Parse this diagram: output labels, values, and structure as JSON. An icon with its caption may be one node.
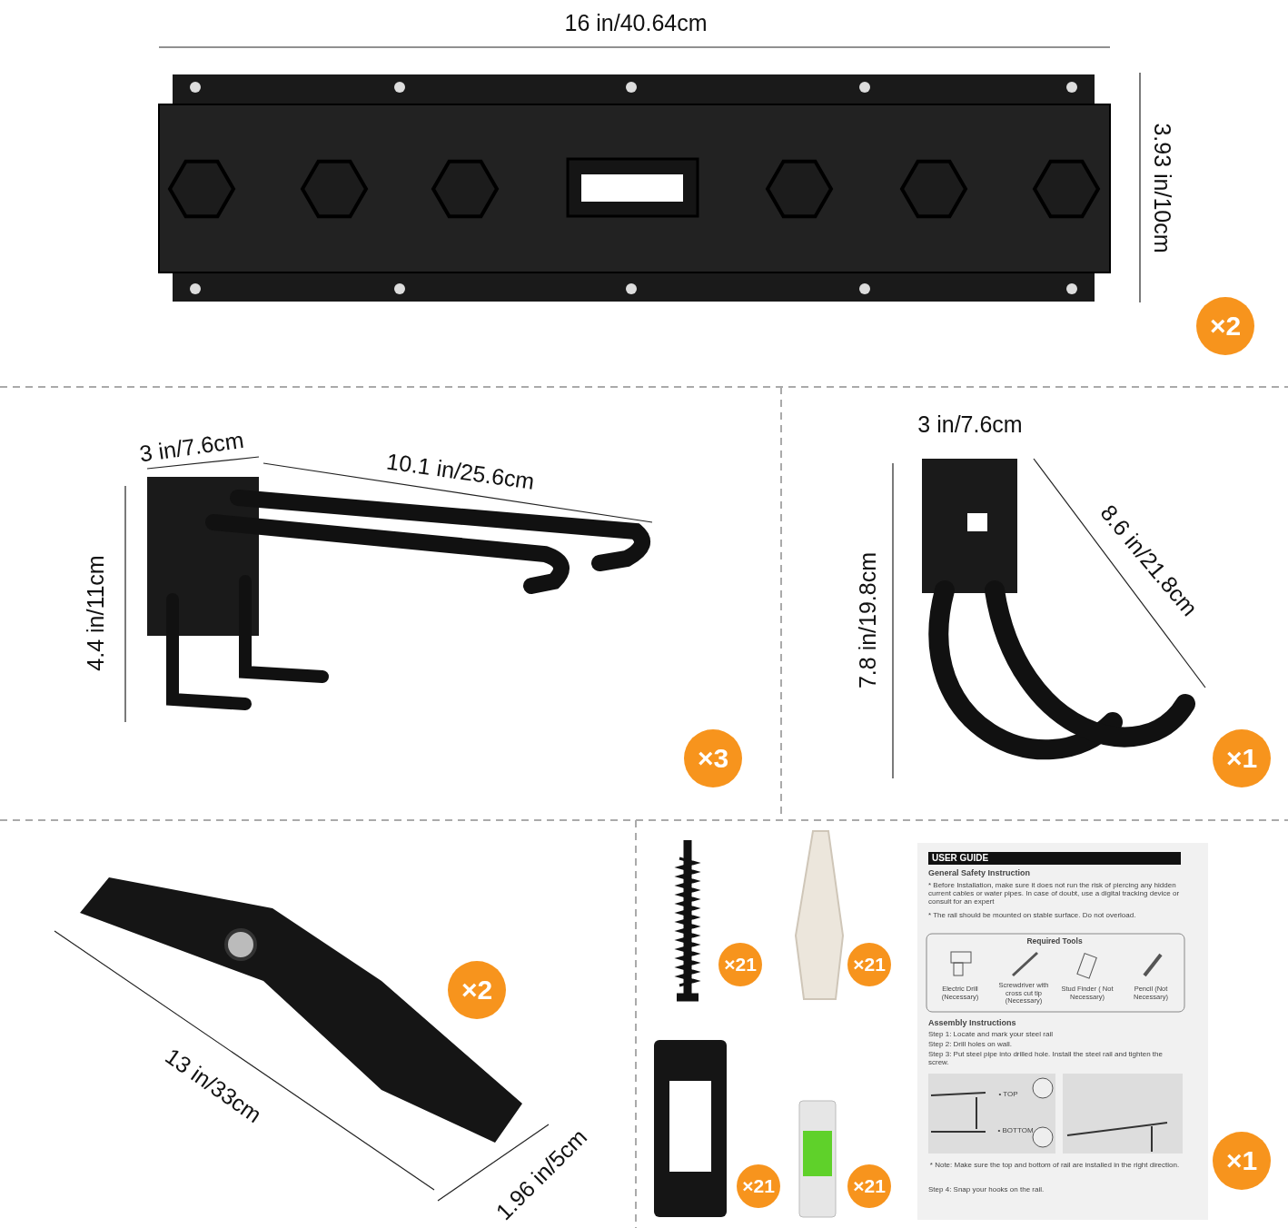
{
  "diagram": {
    "labels": [
      "16 in/40.64cm",
      "3.93 in/10cm",
      "×2",
      "3 in/7.6cm",
      "10.1 in/25.6cm",
      "4.4 in/11cm",
      "×3",
      "3 in/7.6cm",
      "8.6 in/21.8cm",
      "7.8 in/19.8cm",
      "×1",
      "13 in/33cm",
      "×2",
      "1.96 in/5cm",
      "×21",
      "×21",
      "×21",
      "×21",
      "×1",
      "USER GUIDE",
      "General Safety Instruction",
      "* Before Installation, make sure it does not run the risk of piercing any hidden current cables or water pipes. In case of doubt, use a digital tracking device or consult for an expert",
      "* The rail should be mounted on stable surface. Do not overload.",
      "Required Tools",
      "Electric Drill (Necessary)",
      "Screwdriver with cross cut tip (Necessary)",
      "Stud Finder ( Not Necessary)",
      "Pencil (Not Necessary)",
      "Assembly Instructions",
      "Step 1: Locate and mark your steel rail",
      "Step 2: Drill holes on wall.",
      "Step 3: Put steel pipe into drilled hole. Install the steel rail and tighten the screw.",
      "• TOP",
      "• BOTTOM",
      "* Note: Make sure the top and bottom of rail are installed in the right direction.",
      "Step 4: Snap your hooks on the rail."
    ]
  }
}
